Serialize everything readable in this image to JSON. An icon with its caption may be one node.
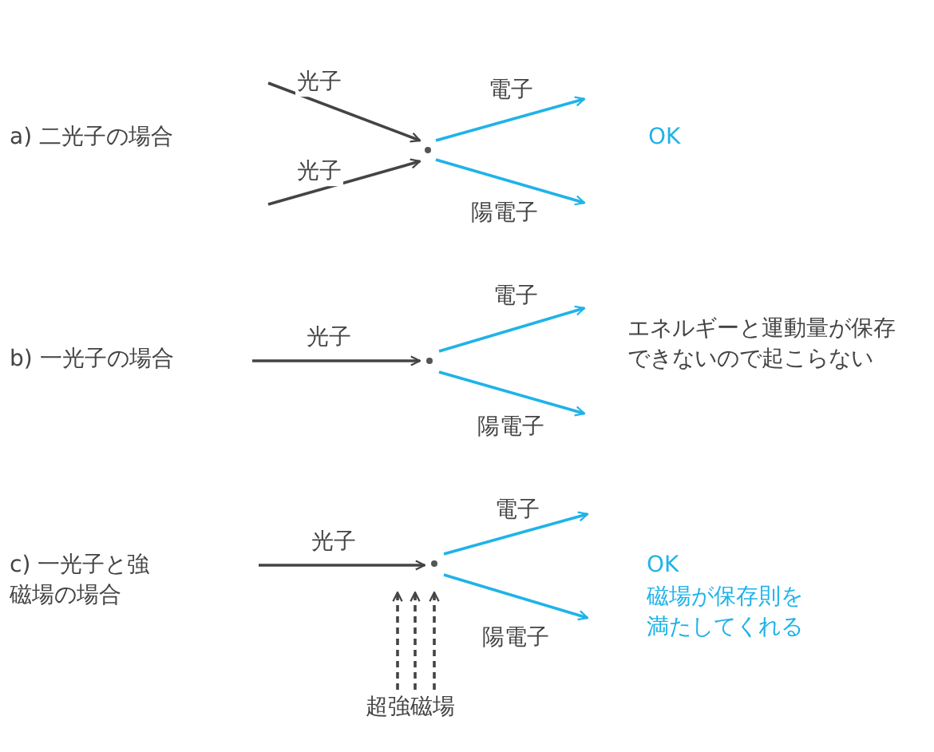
{
  "diagram": {
    "nodes": [
      {
        "text": [],
        "shape": "point"
      },
      {
        "text": [],
        "shape": "point"
      },
      {
        "text": [],
        "shape": "point"
      },
      {
        "text": [
          "超強磁場"
        ]
      }
    ],
    "edges": [
      {
        "from": null,
        "to": 0,
        "arrow": "to",
        "label": "光子"
      },
      {
        "from": null,
        "to": 0,
        "arrow": "to",
        "label": "光子"
      },
      {
        "from": 0,
        "to": null,
        "arrow": "to",
        "label": "電子",
        "color": "#1fb3e8"
      },
      {
        "from": 0,
        "to": null,
        "arrow": "to",
        "label": "陽電子",
        "color": "#1fb3e8"
      },
      {
        "from": null,
        "to": 1,
        "arrow": "to",
        "label": "光子"
      },
      {
        "from": 1,
        "to": null,
        "arrow": "to",
        "label": "電子",
        "color": "#1fb3e8"
      },
      {
        "from": 1,
        "to": null,
        "arrow": "to",
        "label": "陽電子",
        "color": "#1fb3e8"
      },
      {
        "from": null,
        "to": 2,
        "arrow": "to",
        "label": "光子"
      },
      {
        "from": 2,
        "to": null,
        "arrow": "to",
        "label": "電子",
        "color": "#1fb3e8"
      },
      {
        "from": 2,
        "to": null,
        "arrow": "to",
        "label": "陽電子",
        "color": "#1fb3e8"
      },
      {
        "from": 3,
        "to": 2,
        "arrow": "to",
        "style": "dashed"
      },
      {
        "from": 3,
        "to": 2,
        "arrow": "to",
        "style": "dashed"
      },
      {
        "from": 3,
        "to": 2,
        "arrow": "to",
        "style": "dashed"
      }
    ],
    "labels": [
      "a) 二光子の場合",
      "OK",
      "b) 一光子の場合",
      "エネルギーと運動量が保存できないので起こらない",
      "c) 一光子と強磁場の場合",
      "OK",
      "磁場が保存則を満たしてくれる"
    ]
  }
}
